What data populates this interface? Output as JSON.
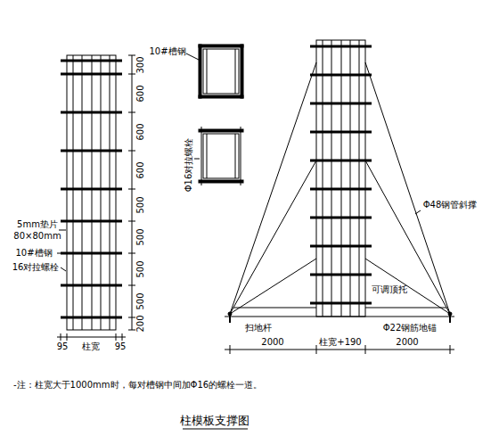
{
  "diagram": {
    "title": "柱模板支撑图",
    "labels": [
      "300",
      "600",
      "600",
      "600",
      "500",
      "500",
      "500",
      "500",
      "200",
      "95",
      "柱宽",
      "95",
      "5mm垫片",
      "80×80mm",
      "10#槽钢",
      "16对拉螺栓",
      "10#槽钢",
      "Φ16对拉螺栓",
      "Φ48钢管斜撑",
      "可调顶托",
      "扫地杆",
      "Φ22钢筋地锚",
      "2000",
      "柱宽+190",
      "2000",
      "-注：柱宽大于1000mm时，每对槽钢中间加Φ16的螺栓一道。"
    ]
  }
}
